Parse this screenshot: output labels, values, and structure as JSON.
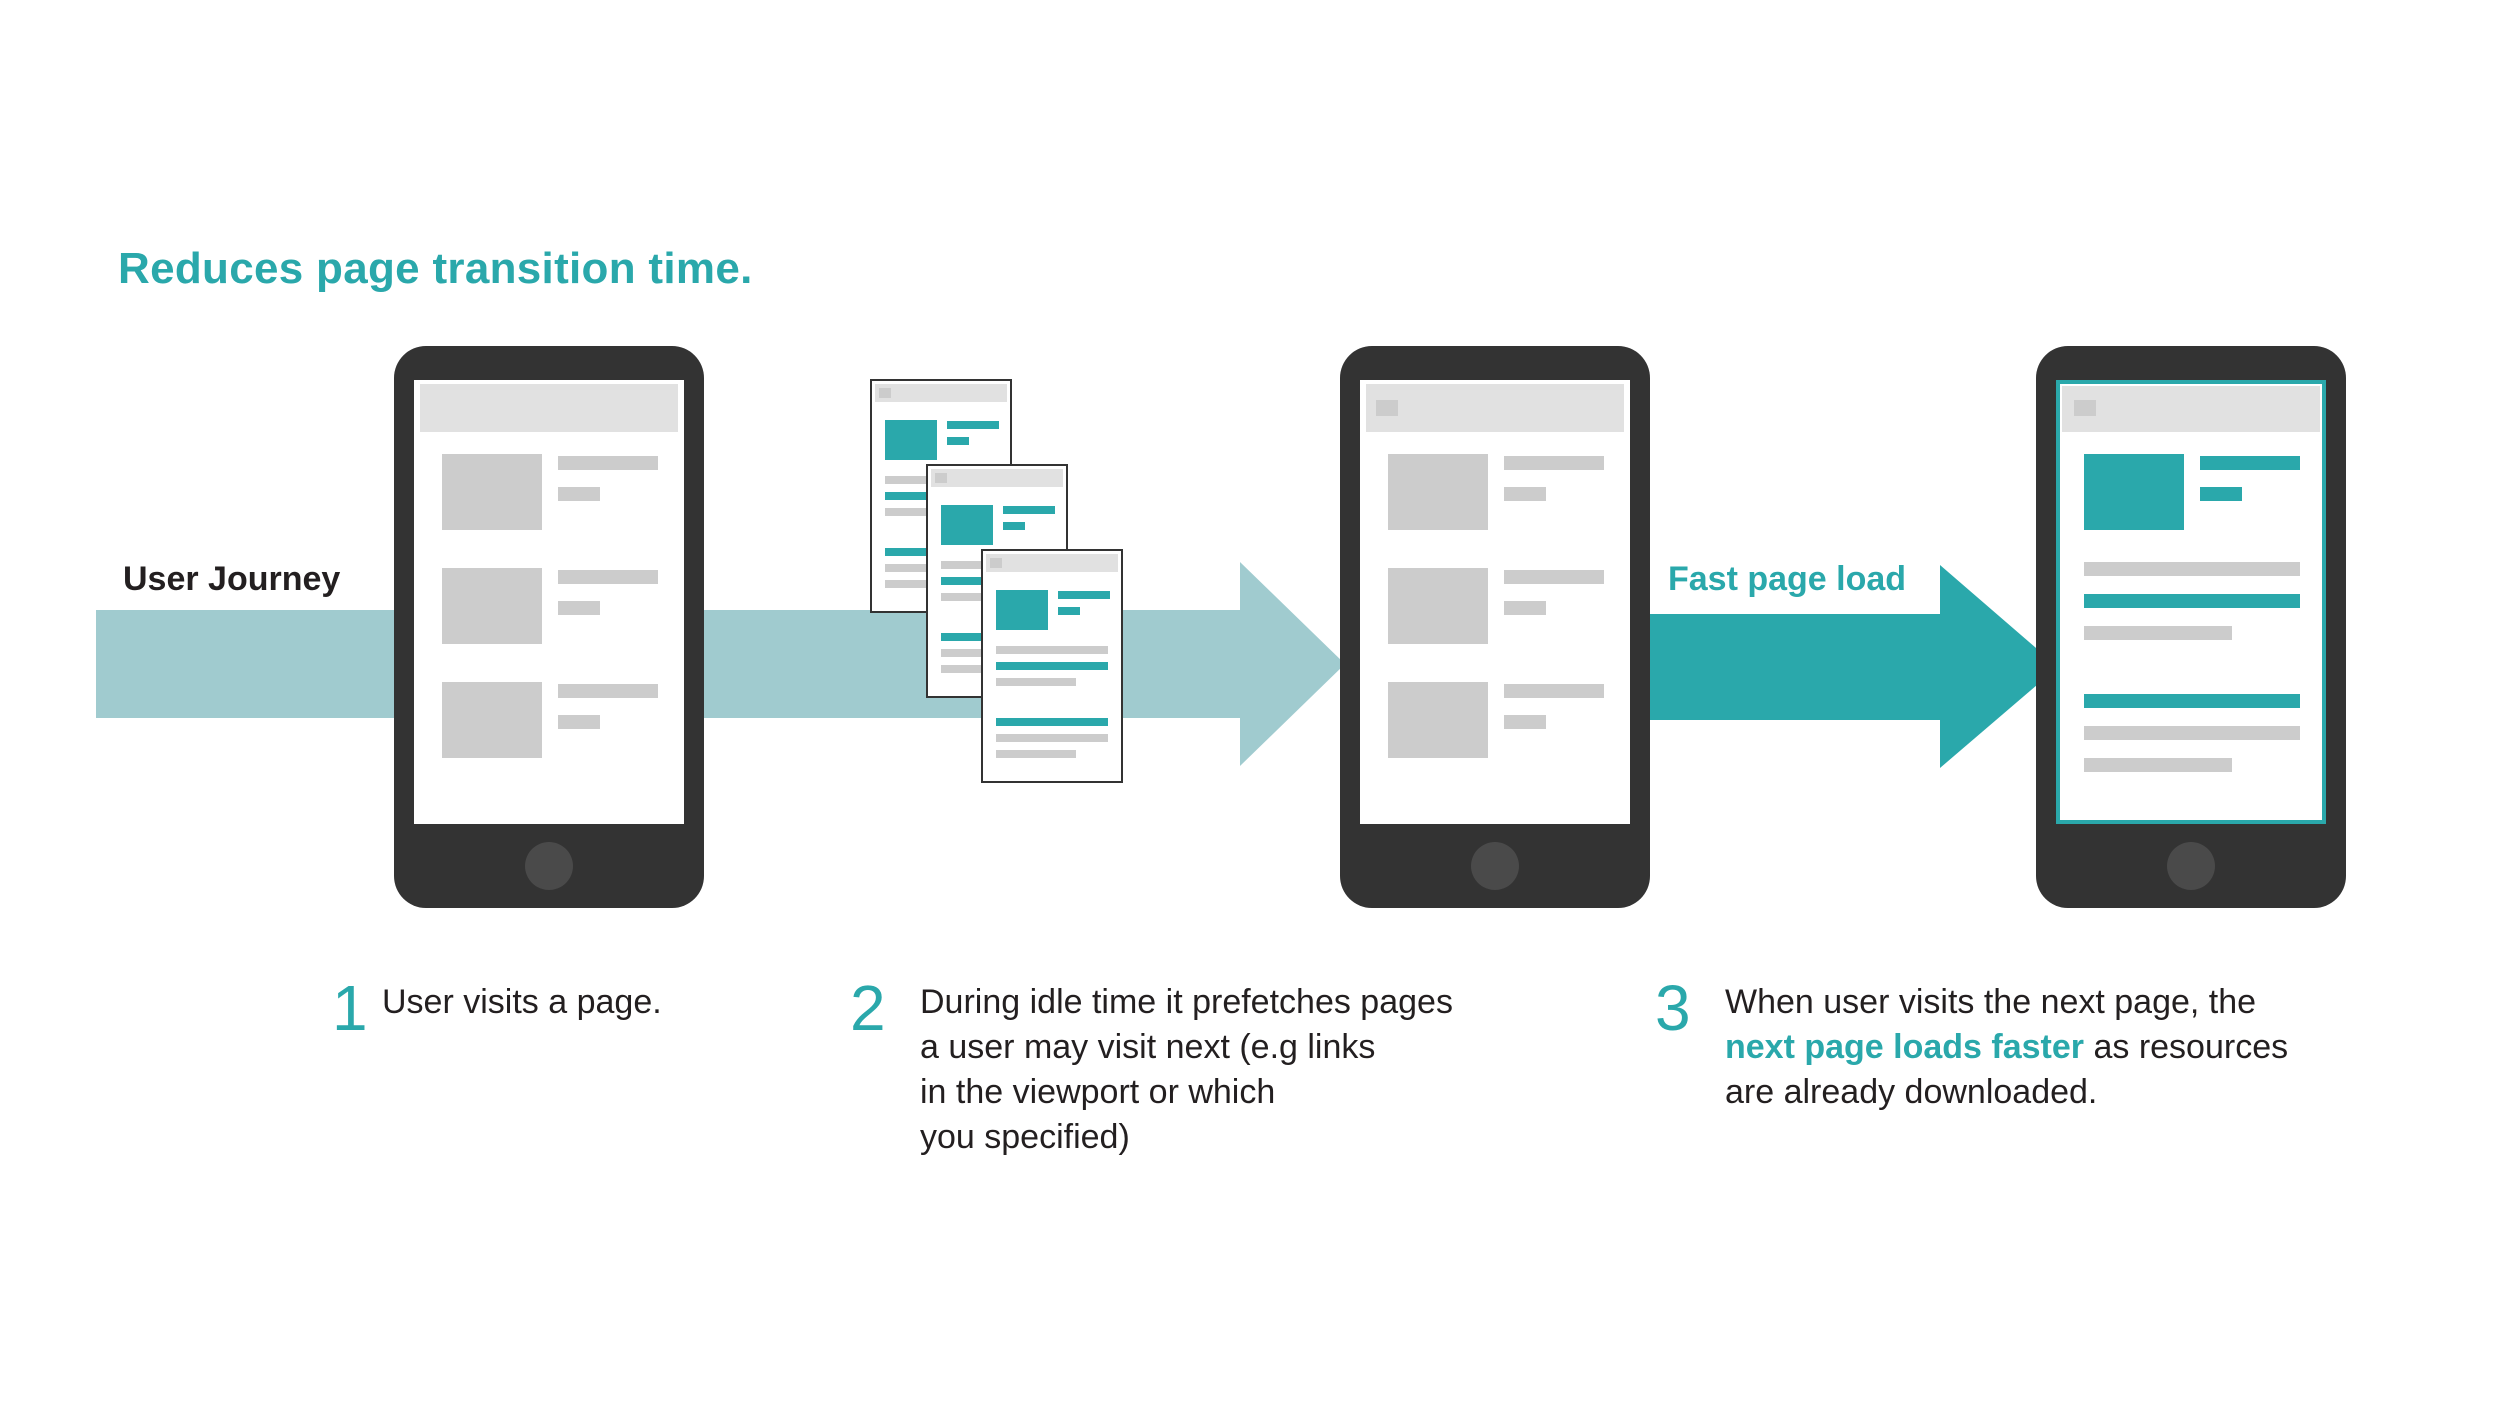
{
  "title": "Reduces page transition time.",
  "labels": {
    "user_journey": "User Journey",
    "fast_page_load": "Fast page load"
  },
  "steps": [
    {
      "number": "1",
      "text": "User visits a page."
    },
    {
      "number": "2",
      "lines": [
        "During idle time it prefetches pages",
        "a user may visit next (e.g links",
        "in the viewport or which",
        "you specified)"
      ]
    },
    {
      "number": "3",
      "line1": "When user visits the next page, the",
      "line2_highlight": "next page loads faster",
      "line2_rest": " as resources",
      "line3": "are already downloaded."
    }
  ],
  "colors": {
    "accent": "#2aa8ab",
    "journey_arrow": "#a0cbcf",
    "phone_body": "#333333",
    "placeholder": "#cccccc",
    "text": "#231f20"
  },
  "icons": [
    "phone-icon",
    "prefetched-page-icon",
    "journey-arrow",
    "fast-load-arrow"
  ]
}
